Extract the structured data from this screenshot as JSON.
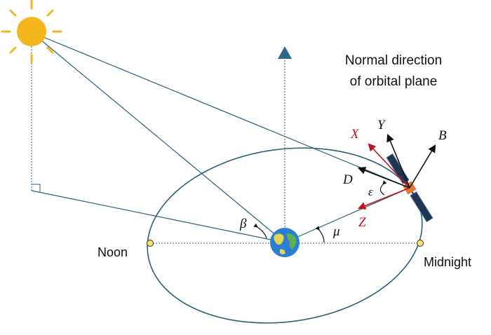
{
  "labels": {
    "normal_line1": "Normal direction",
    "normal_line2": "of orbital plane",
    "noon": "Noon",
    "midnight": "Midnight",
    "beta": "β",
    "mu": "μ",
    "epsilon": "ε",
    "x_axis": "X",
    "y_axis": "Y",
    "z_axis": "Z",
    "b_axis": "B",
    "d_axis": "D"
  },
  "colors": {
    "line": "#2b5f7a",
    "normal_arrow": "#2b6a8a",
    "sun": "#f5b51c",
    "red_axis": "#c0141c",
    "black_axis": "#111111",
    "noon_midnight_dot": "#f7e36a",
    "panel": "#1f3550",
    "satellite_body": "#e07a3c",
    "earth_ocean": "#2a7fd4",
    "earth_land": "#e8d44a"
  },
  "icons": {
    "sun": "sun-icon",
    "earth": "earth-icon",
    "satellite": "satellite-icon"
  }
}
